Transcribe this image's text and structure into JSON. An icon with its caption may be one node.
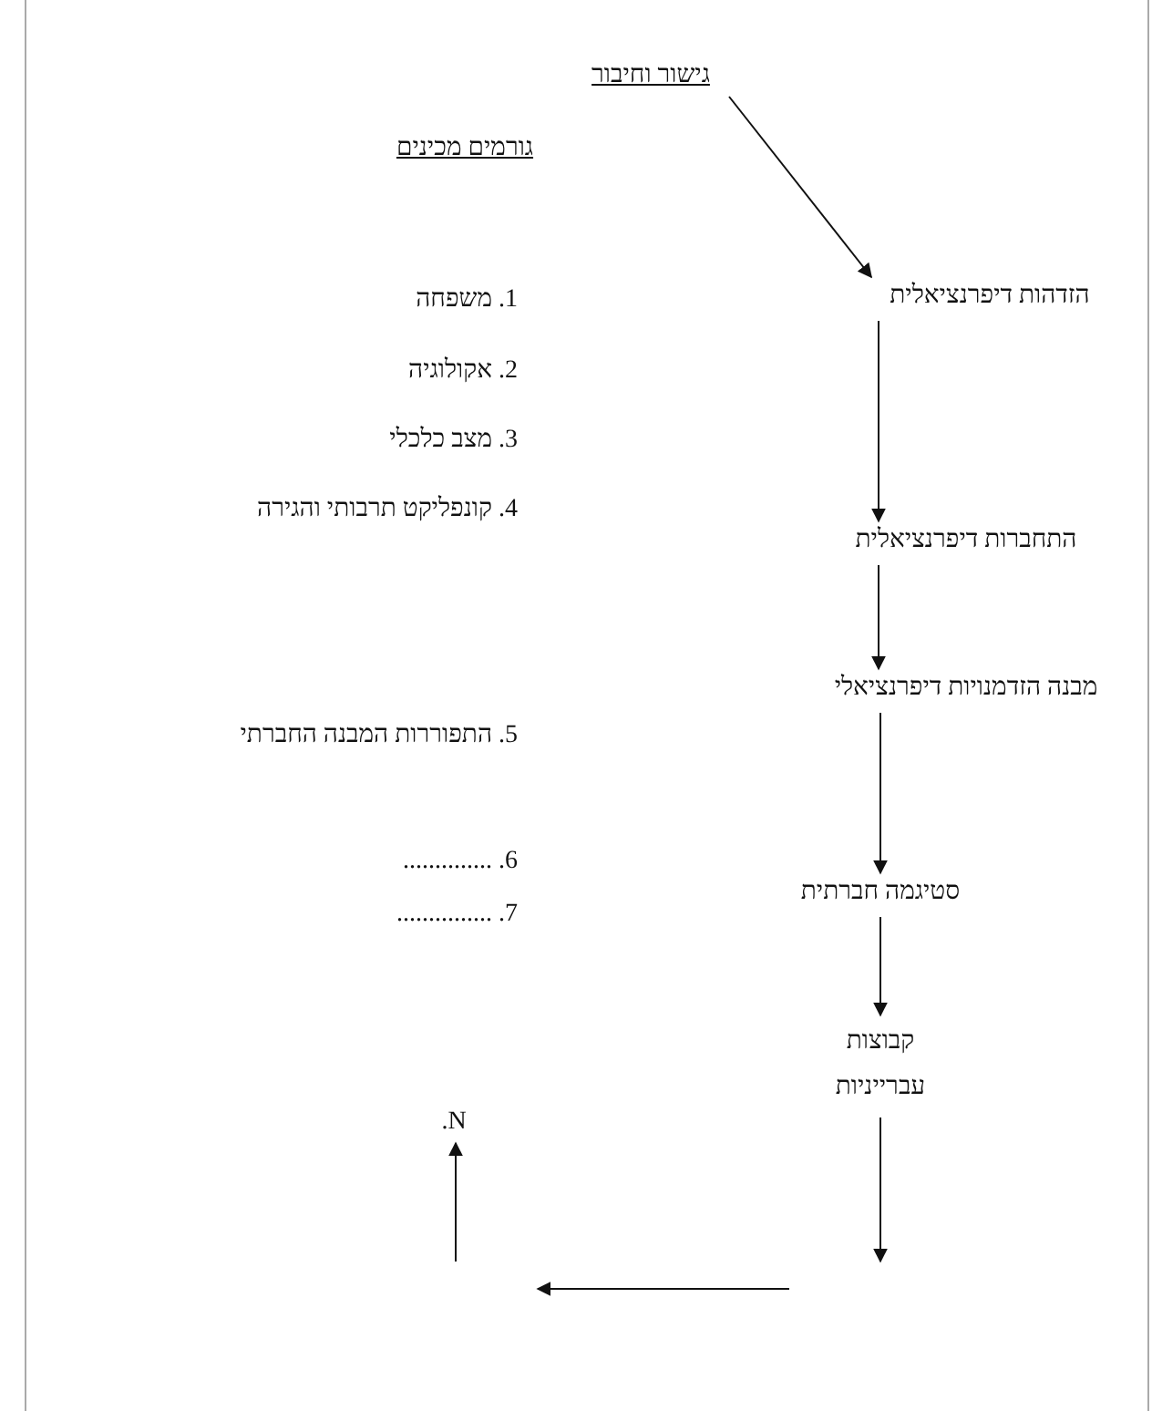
{
  "diagram": {
    "nodes": [
      {
        "text": [
          "גישור וחיבור"
        ]
      },
      {
        "text": [
          "הזדהות דיפרנציאלית"
        ]
      },
      {
        "text": [
          "התחברות דיפרנציאלית"
        ]
      },
      {
        "text": [
          "מבנה הזדמנויות דיפרנציאלי"
        ]
      },
      {
        "text": [
          "סטיגמה חברתית"
        ]
      },
      {
        "text": [
          "קבוצות עברייניות"
        ]
      },
      {
        "text": [
          "N."
        ]
      }
    ],
    "edges": [
      {
        "from": 0,
        "to": 1,
        "arrow": "to"
      },
      {
        "from": 1,
        "to": 2,
        "arrow": "to"
      },
      {
        "from": 2,
        "to": 3,
        "arrow": "to"
      },
      {
        "from": 3,
        "to": 4,
        "arrow": "to"
      },
      {
        "from": 4,
        "to": 5,
        "arrow": "to"
      },
      {
        "from": 5,
        "to": null,
        "arrow": "to"
      },
      {
        "from": null,
        "to": 6,
        "arrow": "to"
      }
    ],
    "labels": [
      "גורמים מכינים",
      "1. משפחה",
      "2. אקולוגיה",
      "3. מצב כלכלי",
      "4. קונפליקט תרבותי והגירה",
      "5. התפוררות המבנה החברתי",
      "6. ..............",
      "7. ..............."
    ]
  }
}
